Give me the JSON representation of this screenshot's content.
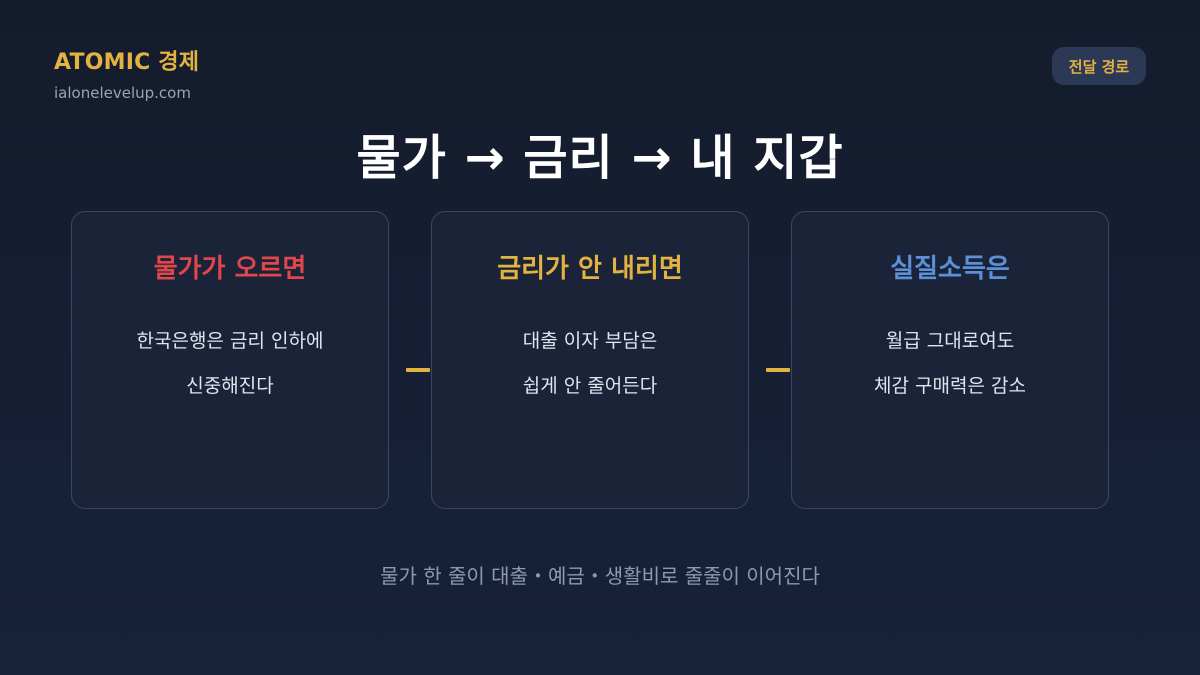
{
  "brand": {
    "title": "ATOMIC 경제",
    "url": "ialonelevelup.com"
  },
  "badge": {
    "label": "전달 경로"
  },
  "headline": "물가 → 금리 → 내 지갑",
  "cards": [
    {
      "title": "물가가 오르면",
      "lines": [
        "한국은행은 금리 인하에",
        "신중해진다"
      ],
      "color": "#e0464a"
    },
    {
      "title": "금리가 안 내리면",
      "lines": [
        "대출 이자 부담은",
        "쉽게 안 줄어든다"
      ],
      "color": "#e3b341"
    },
    {
      "title": "실질소득은",
      "lines": [
        "월급 그대로여도",
        "체감 구매력은 감소"
      ],
      "color": "#5b90d6"
    }
  ],
  "footer": "물가 한 줄이 대출・예금・생활비로 줄줄이 이어진다",
  "colors": {
    "accent": "#e3b341",
    "background": "#141c2c",
    "card_border": "#3a4762"
  }
}
